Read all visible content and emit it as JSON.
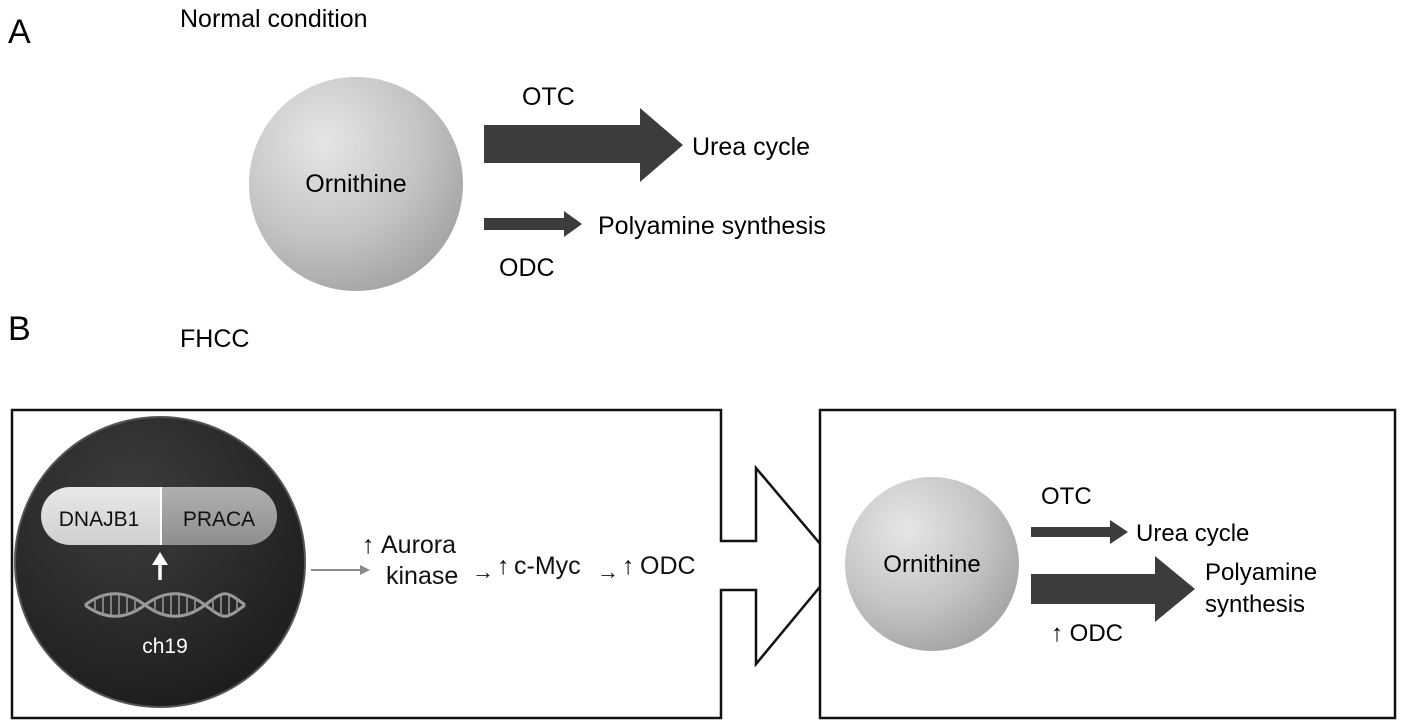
{
  "panel_a": {
    "letter": "A",
    "heading": "Normal condition",
    "circle_label": "Ornithine",
    "upper_enzyme": "OTC",
    "upper_target": "Urea cycle",
    "lower_target": "Polyamine synthesis",
    "lower_enzyme": "ODC"
  },
  "panel_b": {
    "letter": "B",
    "heading": "FHCC",
    "gene_left": "DNAJB1",
    "gene_right": "PRACA",
    "chromosome": "ch19",
    "chain": {
      "aurora_line1": "Aurora",
      "aurora_line2": "kinase",
      "cmyc": "c-Myc",
      "odc": "ODC",
      "up_arrow": "↑",
      "step_arrow": "→"
    },
    "right_box": {
      "circle_label": "Ornithine",
      "upper_enzyme": "OTC",
      "upper_target": "Urea cycle",
      "lower_target_line1": "Polyamine",
      "lower_target_line2": "synthesis",
      "lower_enzyme": "↑ ODC"
    }
  },
  "colors": {
    "arrow_dark": "#3c3c3c",
    "dark_circle": "#2a2a2a",
    "gene_left_fill": "#d6d6d6",
    "gene_right_fill": "#9e9e9e",
    "ornithine_fill": "#bdbdbd"
  }
}
